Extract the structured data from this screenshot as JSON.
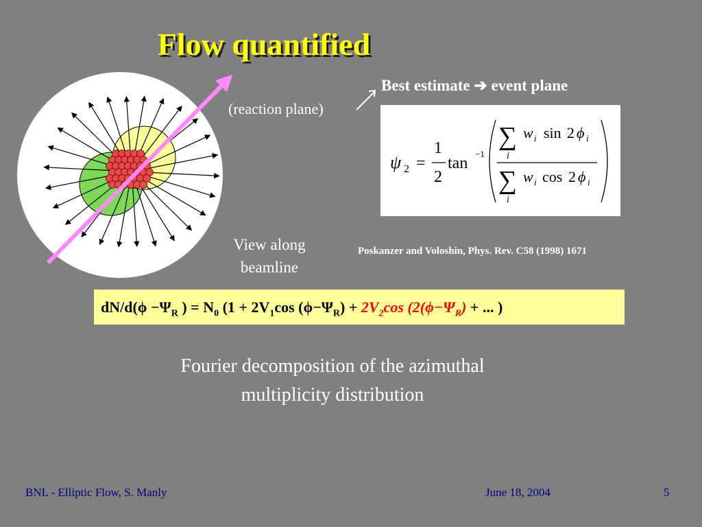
{
  "title": "Flow quantified",
  "reaction_plane_label": "(reaction plane)",
  "best_estimate": {
    "text_before": "Best estimate",
    "arrow_glyph": "➔",
    "text_after": "event plane"
  },
  "formula": {
    "lhs": "ψ",
    "lhs_sub": "2",
    "equals": "=",
    "half_num": "1",
    "half_den": "2",
    "func": "tan",
    "func_sup": "−1",
    "sum": "∑",
    "index": "i",
    "weight": "w",
    "num_trig": "sin",
    "den_trig": "cos",
    "coef": "2",
    "angle": "ϕ"
  },
  "view_label_line1": "View along",
  "view_label_line2": "beamline",
  "citation": "Poskanzer and Voloshin, Phys. Rev. C58 (1998) 1671",
  "equation": {
    "p1": "dN/d(ϕ −Ψ",
    "p1_sub": "R",
    "p2": " ) = N",
    "p2_sub": "0",
    "p3": " (1 + 2V",
    "p3_sub": "1",
    "p4": "cos (ϕ−Ψ",
    "p4_sub": "R",
    "p5": ") + ",
    "red1": "2V",
    "red1_sub": "2",
    "red2": "cos (2(ϕ−Ψ",
    "red2_sub": "R",
    "red3": ")",
    "p6": " + ... )"
  },
  "fourier_line1": "Fourier decomposition of the azimuthal",
  "fourier_line2": "multiplicity distribution",
  "footer": {
    "left": "BNL - Elliptic Flow,  S. Manly",
    "date": "June 18, 2004",
    "page": "5"
  },
  "colors": {
    "background": "#808080",
    "title": "#ffff00",
    "footer_text": "#00008b",
    "equation_box": "#ffff99",
    "reaction_plane_arrow": "#ff88ff",
    "green_lobe": "#7ed957",
    "yellow_lobe": "#ffff99",
    "nucleon": "#e84848"
  }
}
